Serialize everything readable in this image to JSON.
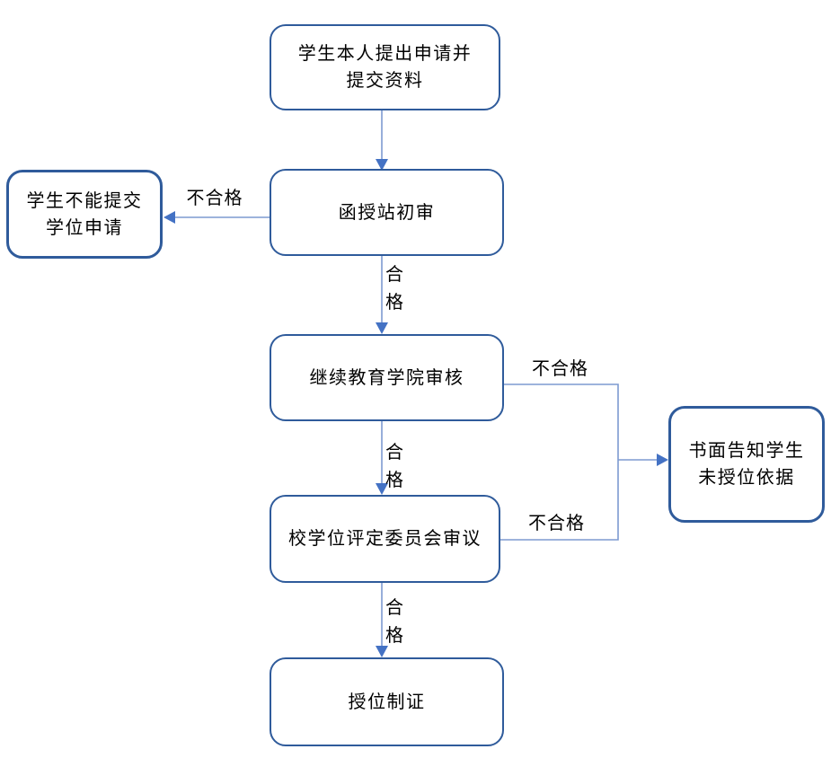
{
  "diagram": {
    "colors": {
      "background": "#ffffff",
      "box_border": "#2f5b9b",
      "connector_line": "#7d9ad1",
      "arrowhead": "#4472c4",
      "text": "#000000"
    },
    "nodes": {
      "apply": {
        "lines": [
          "学生本人提出申请并",
          "提交资料"
        ]
      },
      "station_review": {
        "lines": [
          "函授站初审"
        ]
      },
      "cannot_submit": {
        "lines": [
          "学生不能提交",
          "学位申请"
        ]
      },
      "college_review": {
        "lines": [
          "继续教育学院审核"
        ]
      },
      "committee_review": {
        "lines": [
          "校学位评定委员会审议"
        ]
      },
      "award": {
        "lines": [
          "授位制证"
        ]
      },
      "notify": {
        "lines": [
          "书面告知学生",
          "未授位依据"
        ]
      }
    },
    "edge_labels": {
      "fail_left": "不合格",
      "pass_station": "合格",
      "fail_college": "不合格",
      "pass_college": "合格",
      "fail_committee": "不合格",
      "pass_committee": "合格"
    }
  }
}
